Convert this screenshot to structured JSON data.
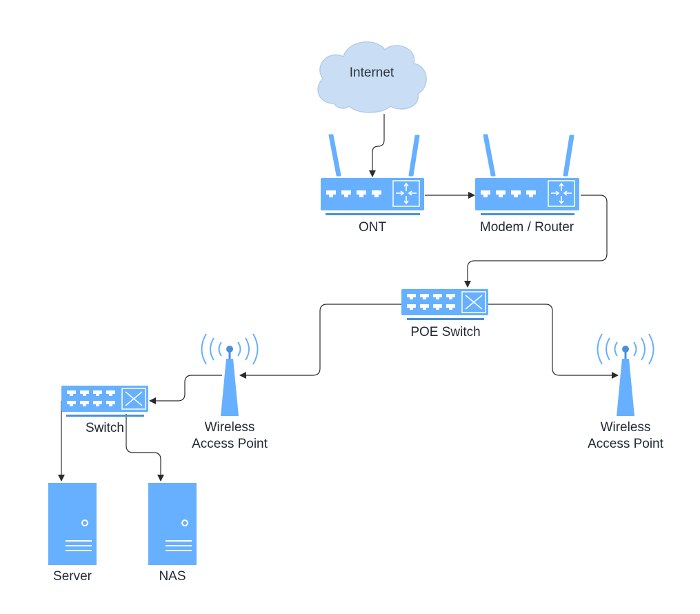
{
  "colors": {
    "device_blue": "#66b0ff",
    "device_dark": "#4a90d9",
    "cloud_fill": "#c9def4",
    "cloud_stroke": "#b3cde8",
    "line": "#2b2b2b"
  },
  "nodes": {
    "internet": {
      "label": "Internet",
      "icon": "cloud-icon"
    },
    "ont": {
      "label": "ONT",
      "icon": "router-icon"
    },
    "modem_router": {
      "label": "Modem / Router",
      "icon": "router-icon"
    },
    "poe_switch": {
      "label": "POE Switch",
      "icon": "switch-icon"
    },
    "wap_left": {
      "label_line1": "Wireless",
      "label_line2": "Access Point",
      "icon": "wireless-access-point-icon"
    },
    "wap_right": {
      "label_line1": "Wireless",
      "label_line2": "Access Point",
      "icon": "wireless-access-point-icon"
    },
    "switch": {
      "label": "Switch",
      "icon": "switch-icon"
    },
    "server": {
      "label": "Server",
      "icon": "server-icon"
    },
    "nas": {
      "label": "NAS",
      "icon": "server-icon"
    }
  },
  "connections": [
    {
      "from": "Internet",
      "to": "ONT"
    },
    {
      "from": "ONT",
      "to": "Modem / Router"
    },
    {
      "from": "Modem / Router",
      "to": "POE Switch"
    },
    {
      "from": "POE Switch",
      "to": "Wireless Access Point"
    },
    {
      "from": "POE Switch",
      "to": "Wireless Access Point"
    },
    {
      "from": "Wireless Access Point",
      "to": "Switch"
    },
    {
      "from": "Switch",
      "to": "Server"
    },
    {
      "from": "Switch",
      "to": "NAS"
    }
  ]
}
